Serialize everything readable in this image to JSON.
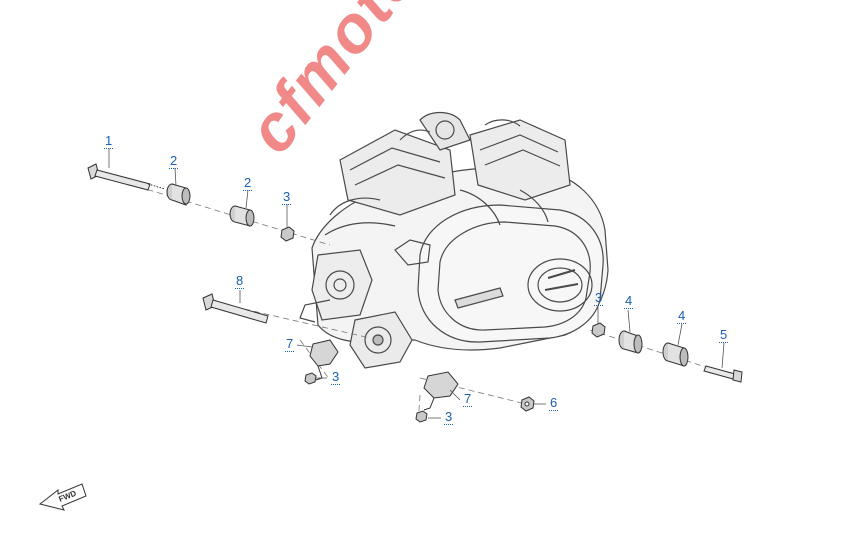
{
  "diagram": {
    "watermark": "cfmoto.su",
    "callouts": [
      {
        "id": "c1a",
        "label": "1"
      },
      {
        "id": "c2a",
        "label": "2"
      },
      {
        "id": "c2b",
        "label": "2"
      },
      {
        "id": "c3a",
        "label": "3"
      },
      {
        "id": "c8a",
        "label": "8"
      },
      {
        "id": "c7a",
        "label": "7"
      },
      {
        "id": "c3b",
        "label": "3"
      },
      {
        "id": "c3c",
        "label": "3"
      },
      {
        "id": "c4a",
        "label": "4"
      },
      {
        "id": "c4b",
        "label": "4"
      },
      {
        "id": "c5a",
        "label": "5"
      },
      {
        "id": "c7b",
        "label": "7"
      },
      {
        "id": "c3d",
        "label": "3"
      },
      {
        "id": "c6a",
        "label": "6"
      }
    ],
    "fwd_label": "FWD"
  }
}
